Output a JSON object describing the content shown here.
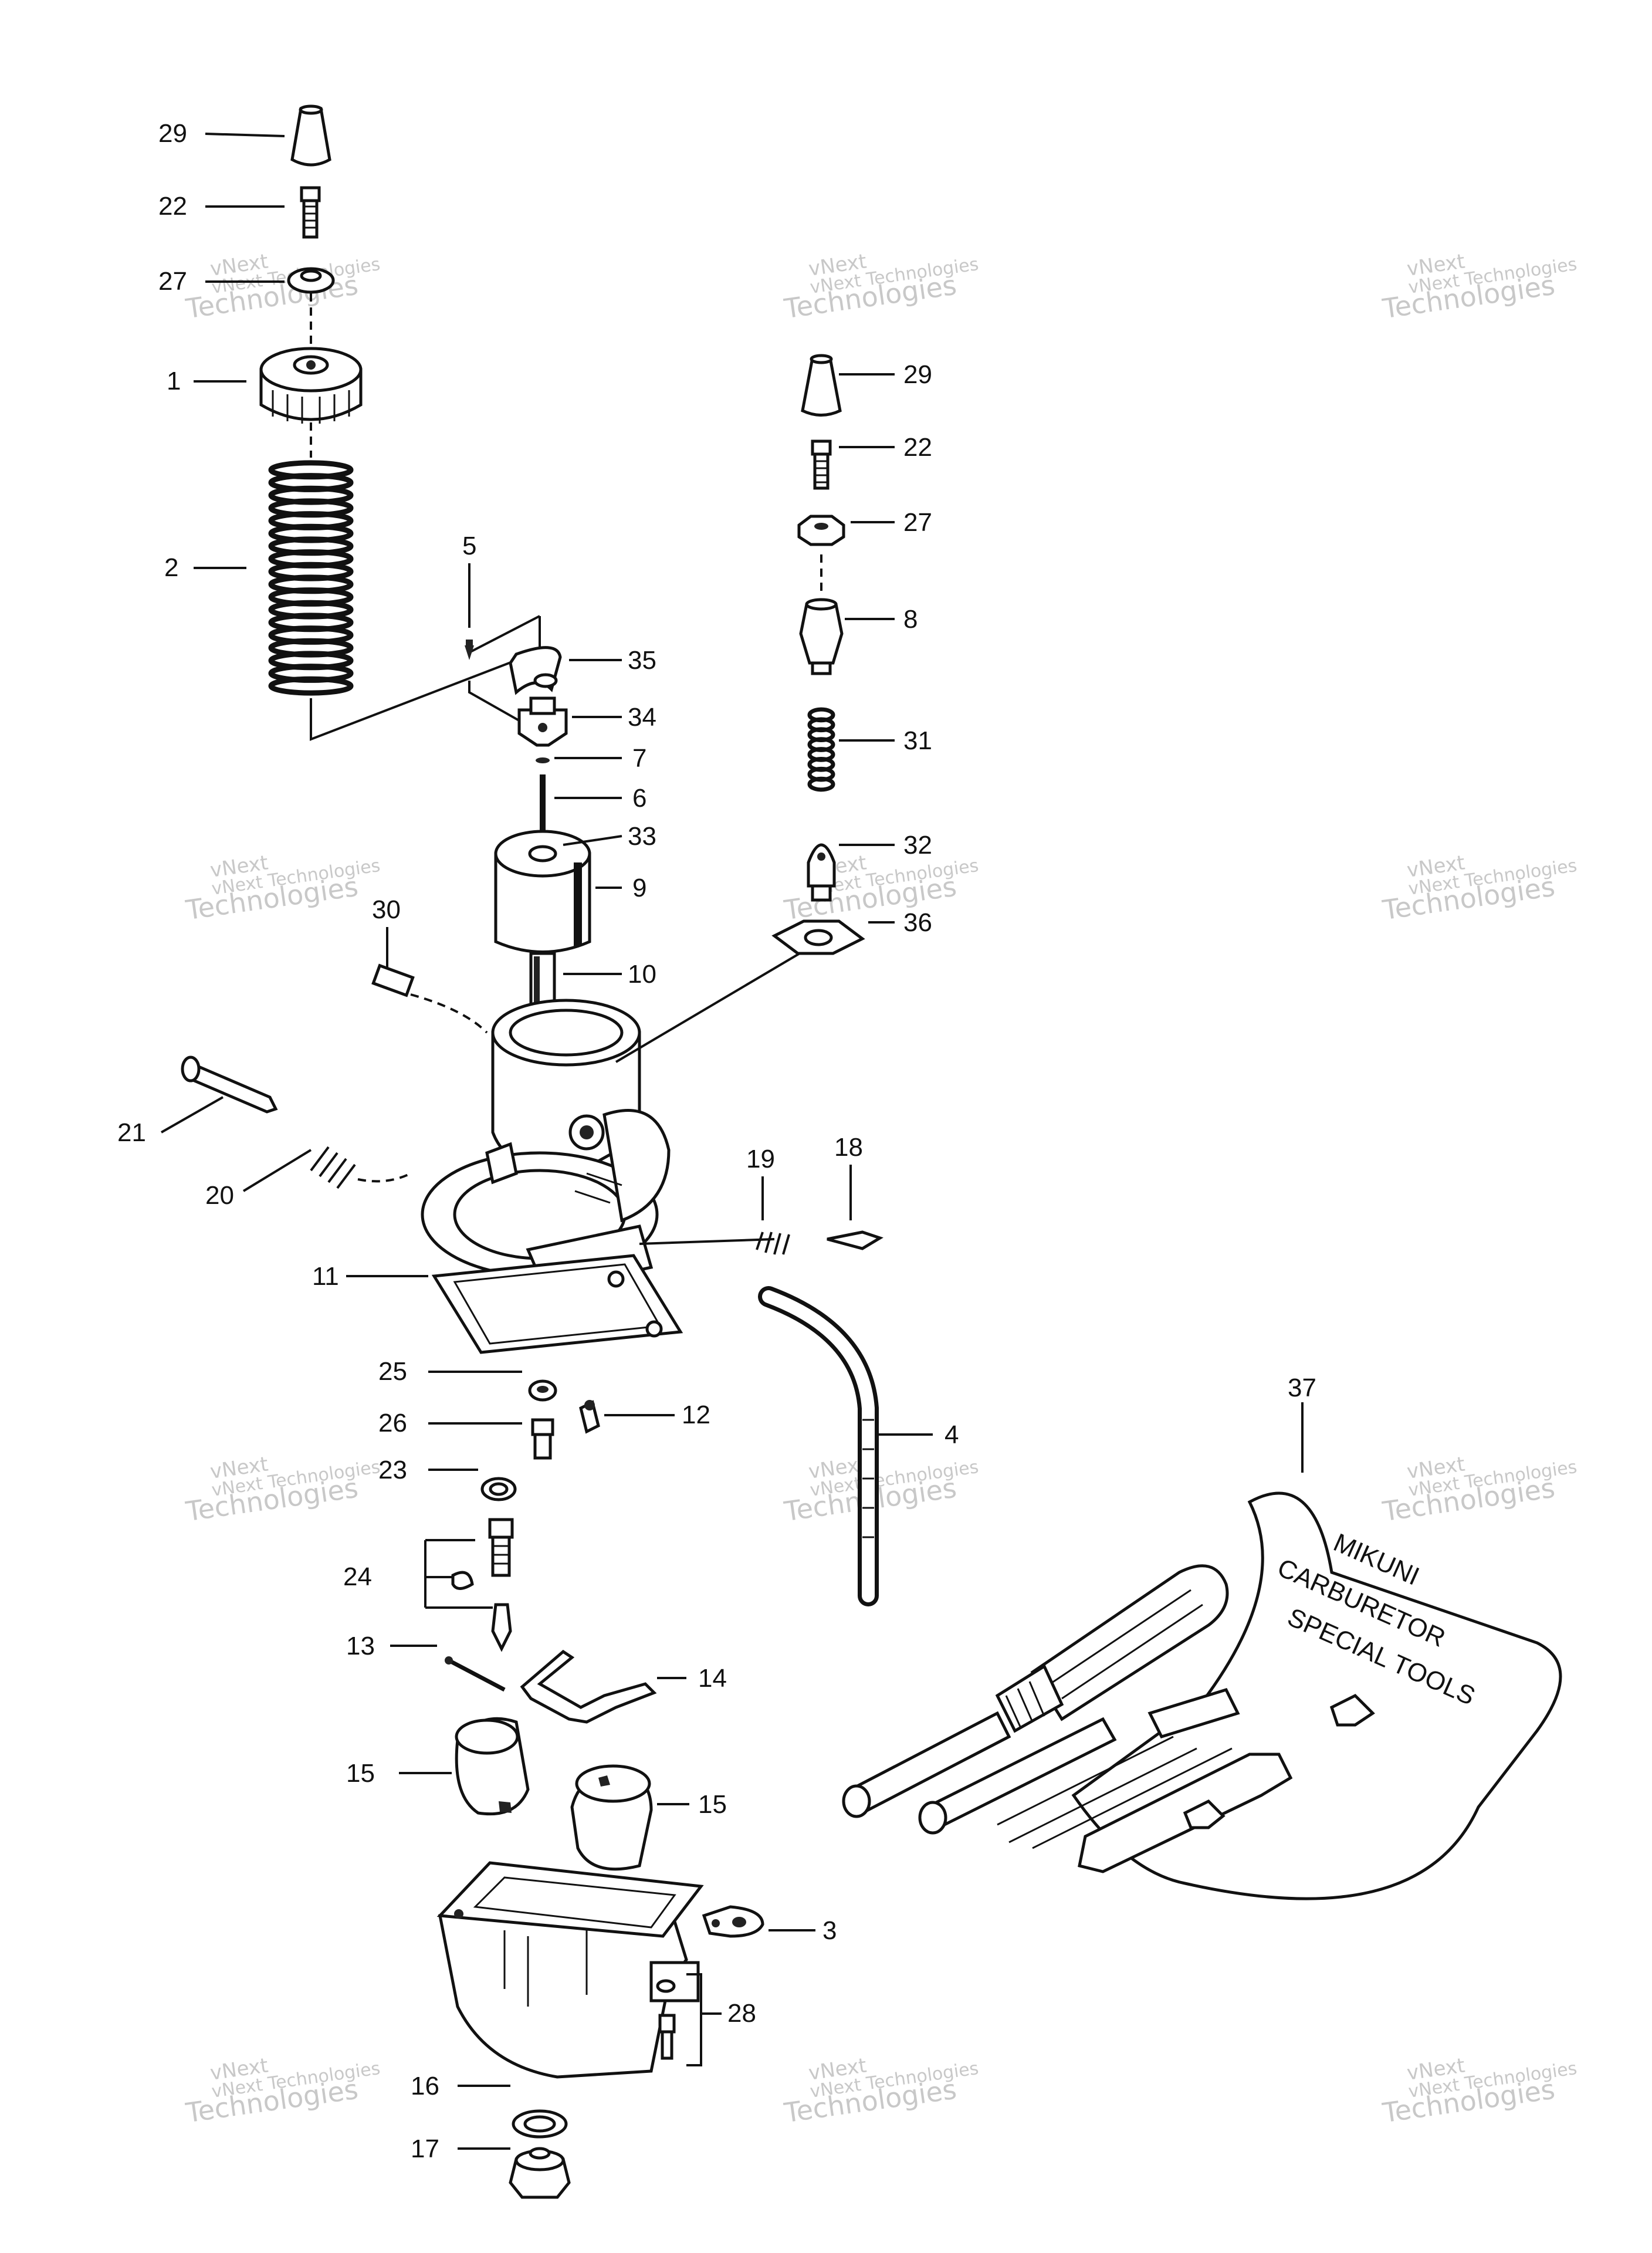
{
  "watermark": {
    "line1": "vNext Technologies",
    "line2": "vNext",
    "line3": "Technologies"
  },
  "callouts": {
    "c29a": "29",
    "c22a": "22",
    "c27a": "27",
    "c1": "1",
    "c2": "2",
    "c5": "5",
    "c35": "35",
    "c34": "34",
    "c7": "7",
    "c6": "6",
    "c33": "33",
    "c9": "9",
    "c30": "30",
    "c10": "10",
    "c21": "21",
    "c20": "20",
    "c19": "19",
    "c18": "18",
    "c11": "11",
    "c25": "25",
    "c26": "26",
    "c12": "12",
    "c4": "4",
    "c23": "23",
    "c24": "24",
    "c13": "13",
    "c14": "14",
    "c15a": "15",
    "c15b": "15",
    "c3": "3",
    "c28": "28",
    "c16": "16",
    "c17": "17",
    "c29b": "29",
    "c22b": "22",
    "c27b": "27",
    "c8": "8",
    "c31": "31",
    "c32": "32",
    "c36": "36",
    "c37": "37"
  },
  "toolkit_text": {
    "line1": "MIKUNI",
    "line2": "CARBURETOR",
    "line3": "SPECIAL TOOLS"
  }
}
